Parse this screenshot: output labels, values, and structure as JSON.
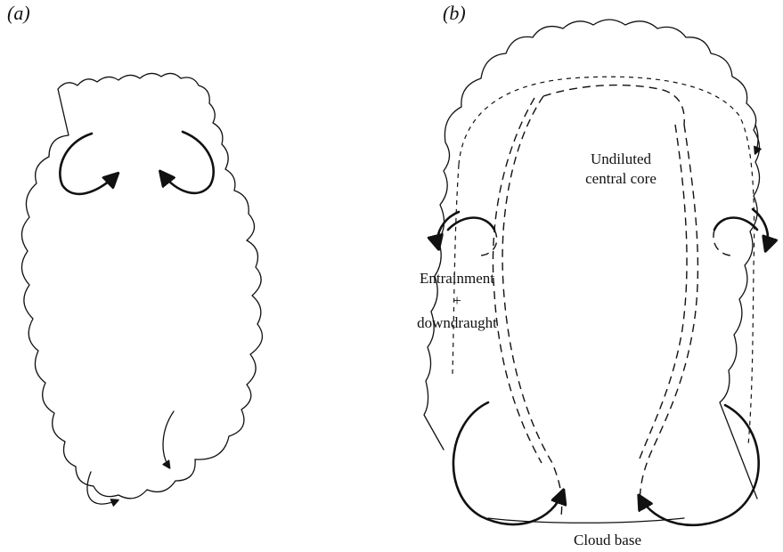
{
  "panels": {
    "a": {
      "label": "(a)"
    },
    "b": {
      "label": "(b)",
      "core_label_line1": "Undiluted",
      "core_label_line2": "central core",
      "entrainment_line1": "Entrainment",
      "entrainment_line2": "+",
      "entrainment_line3": "downdraught",
      "base_label": "Cloud base"
    }
  }
}
